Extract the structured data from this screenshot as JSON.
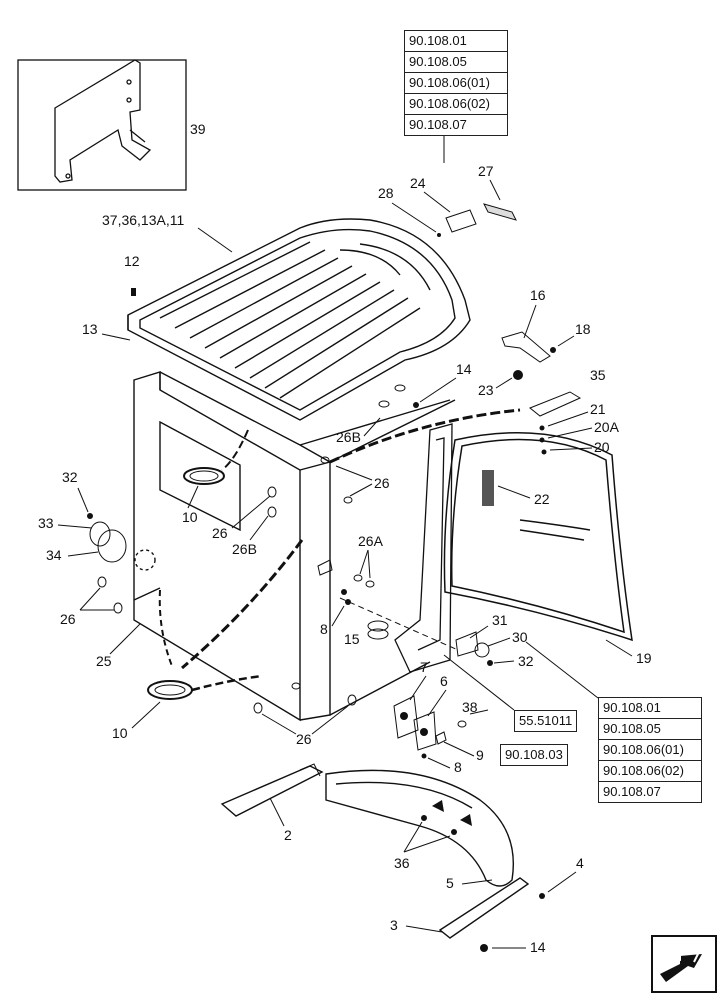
{
  "reference_groups": {
    "top": [
      "90.108.01",
      "90.108.05",
      "90.108.06(01)",
      "90.108.06(02)",
      "90.108.07"
    ],
    "right": [
      "90.108.01",
      "90.108.05",
      "90.108.06(01)",
      "90.108.06(02)",
      "90.108.07"
    ],
    "single_a": "55.51011",
    "single_b": "90.108.03"
  },
  "callouts": {
    "c39": "39",
    "c37": "37,36,13A,11",
    "c12": "12",
    "c13": "13",
    "c28": "28",
    "c24": "24",
    "c27": "27",
    "c16": "16",
    "c18": "18",
    "c14a": "14",
    "c23": "23",
    "c35": "35",
    "c21": "21",
    "c20a": "20A",
    "c20": "20",
    "c26b_top": "26B",
    "c26_right": "26",
    "c22": "22",
    "c32_left": "32",
    "c33": "33",
    "c34": "34",
    "c10_top": "10",
    "c26_mid": "26",
    "c26b_mid": "26B",
    "c26a": "26A",
    "c26_left": "26",
    "c8_mid": "8",
    "c15": "15",
    "c31": "31",
    "c30": "30",
    "c32_right": "32",
    "c19": "19",
    "c25": "25",
    "c7": "7",
    "c6": "6",
    "c38": "38",
    "c10_bot": "10",
    "c26_bot": "26",
    "c9": "9",
    "c8_bot": "8",
    "c2": "2",
    "c36": "36",
    "c4": "4",
    "c5": "5",
    "c3": "3",
    "c14b": "14"
  },
  "icons": {
    "nav": "next-page-arrow-icon"
  }
}
